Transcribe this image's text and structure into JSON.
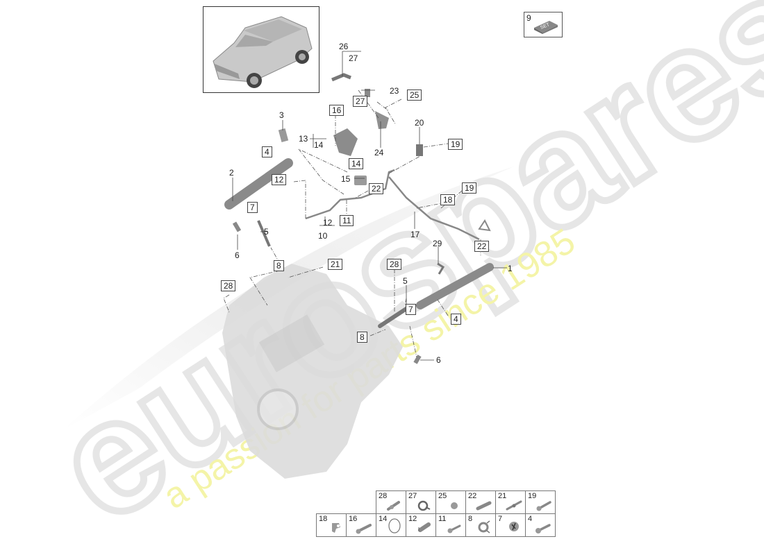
{
  "watermark": {
    "brand": "eurospares",
    "tagline": "a passion for parts since 1985",
    "brand_color": "#e8e8e8",
    "tagline_color": "#f3f3a0"
  },
  "vehicle_thumbnail": {
    "alt": "vehicle-suv-illustration"
  },
  "set_badge": {
    "number": "9",
    "text": "SET"
  },
  "callouts": {
    "c26": "26",
    "c27a": "27",
    "c27b": "27",
    "c23": "23",
    "c25": "25",
    "c16": "16",
    "c13": "13",
    "c14a": "14",
    "c14b": "14",
    "c3": "3",
    "c4a": "4",
    "c12a": "12",
    "c2": "2",
    "c7a": "7",
    "c15": "15",
    "c22a": "22",
    "c24": "24",
    "c20": "20",
    "c19a": "19",
    "c19b": "19",
    "c18": "18",
    "c17": "17",
    "c22b": "22",
    "c12b": "12",
    "c11": "11",
    "c10": "10",
    "c5a": "5",
    "c6a": "6",
    "c8a": "8",
    "c21": "21",
    "c28a": "28",
    "c28b": "28",
    "c29": "29",
    "c1": "1",
    "c5b": "5",
    "c7b": "7",
    "c4b": "4",
    "c8b": "8",
    "c6b": "6"
  },
  "legend": {
    "row1": [
      {
        "num": "28",
        "icon": "bolt-collar"
      },
      {
        "num": "27",
        "icon": "hose-clamp"
      },
      {
        "num": "25",
        "icon": "nut"
      },
      {
        "num": "22",
        "icon": "stud-bolt"
      },
      {
        "num": "21",
        "icon": "double-stud"
      },
      {
        "num": "19",
        "icon": "hex-bolt"
      }
    ],
    "row2": [
      {
        "num": "18",
        "icon": "bracket-clip"
      },
      {
        "num": "16",
        "icon": "socket-bolt"
      },
      {
        "num": "14",
        "icon": "o-ring"
      },
      {
        "num": "12",
        "icon": "grommet"
      },
      {
        "num": "11",
        "icon": "short-bolt"
      },
      {
        "num": "8",
        "icon": "spring-clip"
      },
      {
        "num": "7",
        "icon": "clip-sleeve"
      },
      {
        "num": "4",
        "icon": "flange-bolt"
      }
    ]
  }
}
